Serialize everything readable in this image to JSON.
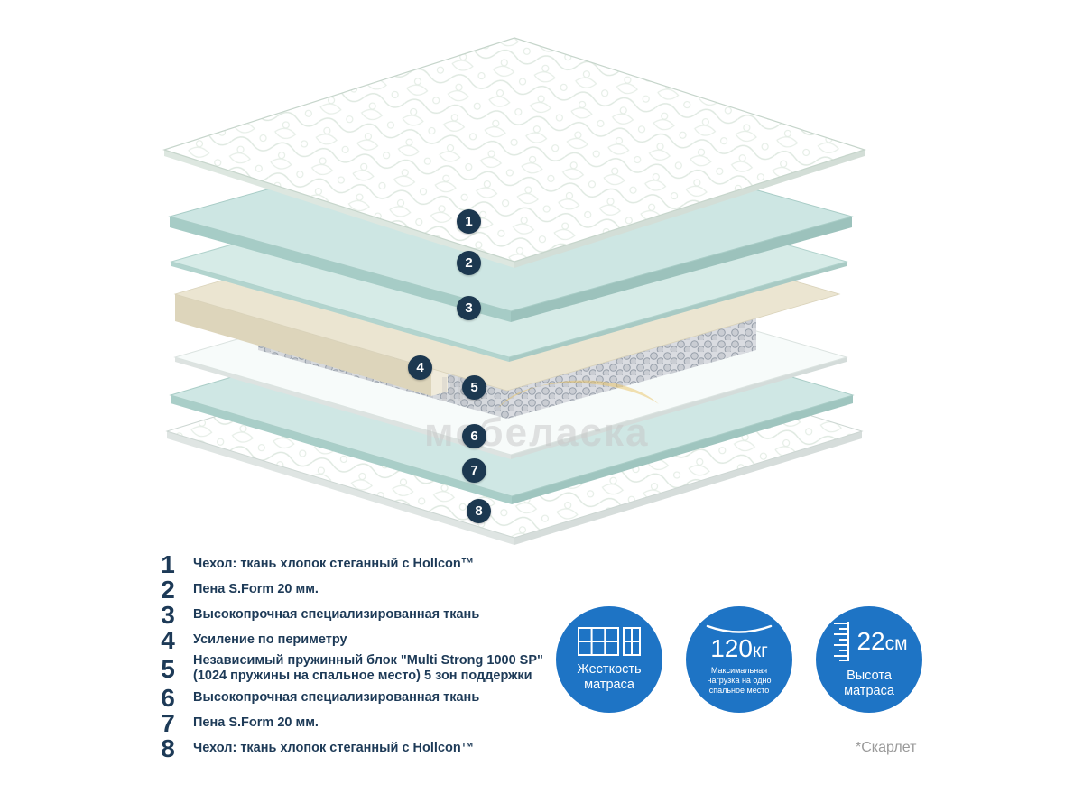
{
  "watermark": {
    "text": "мебеласка"
  },
  "callouts": {
    "labels": [
      "1",
      "2",
      "3",
      "4",
      "5",
      "6",
      "7",
      "8"
    ]
  },
  "legend": {
    "items": [
      {
        "num": "1",
        "lines": [
          "Чехол: ткань хлопок стеганный с Hollcon™"
        ]
      },
      {
        "num": "2",
        "lines": [
          "Пена S.Form 20 мм."
        ]
      },
      {
        "num": "3",
        "lines": [
          "Высокопрочная специализированная ткань"
        ]
      },
      {
        "num": "4",
        "lines": [
          "Усиление по периметру"
        ]
      },
      {
        "num": "5",
        "lines": [
          "Независимый пружинный блок  \"Multi Strong 1000 SP\"",
          "(1024 пружины на спальное место) 5 зон поддержки"
        ]
      },
      {
        "num": "6",
        "lines": [
          "Высокопрочная специализированная ткань"
        ]
      },
      {
        "num": "7",
        "lines": [
          "Пена S.Form 20 мм."
        ]
      },
      {
        "num": "8",
        "lines": [
          "Чехол: ткань хлопок стеганный с Hollcon™"
        ]
      }
    ]
  },
  "badges": {
    "firmness": {
      "label": "Жесткость матраса"
    },
    "load": {
      "value": "120",
      "unit": "кг",
      "label": "Максимальная нагрузка на одно спальное место"
    },
    "height": {
      "value": "22",
      "unit": "см",
      "label": "Высота матраса"
    }
  },
  "footnote": "*Скарлет",
  "colors": {
    "accent_blue": "#1e74c5",
    "navy": "#1d3a57",
    "mint": "#cde6e3",
    "beige": "#ebe5d1",
    "spring_blue": "#6590cc"
  }
}
